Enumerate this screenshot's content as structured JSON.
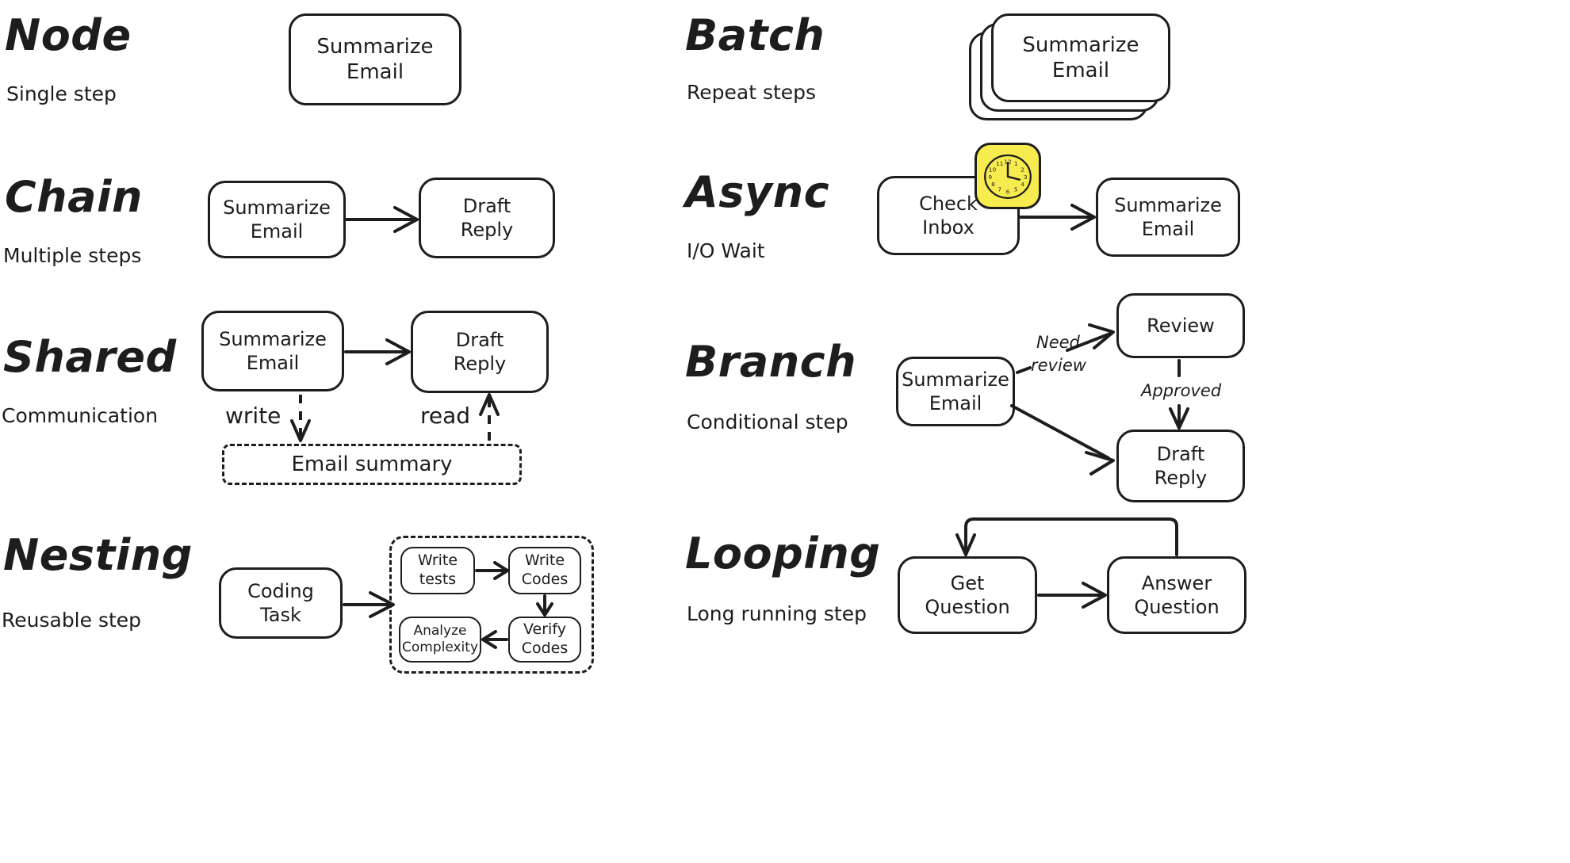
{
  "page": {
    "background": "#ffffff",
    "ink": "#1d1d1d",
    "accent_yellow": "#f7ec4f"
  },
  "sections": [
    {
      "id": "node",
      "title": "Node",
      "subtitle": "Single step",
      "nodes": [
        {
          "label": "Summarize\nEmail"
        }
      ],
      "edges": [],
      "icons": []
    },
    {
      "id": "batch",
      "title": "Batch",
      "subtitle": "Repeat steps",
      "nodes": [
        {
          "label": "Summarize\nEmail"
        }
      ],
      "stack_copies": 2,
      "edges": [],
      "icons": []
    },
    {
      "id": "chain",
      "title": "Chain",
      "subtitle": "Multiple steps",
      "nodes": [
        {
          "label": "Summarize\nEmail"
        },
        {
          "label": "Draft\nReply"
        }
      ],
      "edges": [
        {
          "from": "Summarize Email",
          "to": "Draft Reply",
          "label": ""
        }
      ],
      "icons": []
    },
    {
      "id": "async",
      "title": "Async",
      "subtitle": "I/O Wait",
      "nodes": [
        {
          "label": "Check\nInbox"
        },
        {
          "label": "Summarize\nEmail"
        }
      ],
      "edges": [
        {
          "from": "Check Inbox",
          "to": "Summarize Email",
          "label": ""
        }
      ],
      "icons": [
        {
          "name": "clock-icon",
          "numbers": [
            "12",
            "1",
            "2",
            "3",
            "4",
            "5",
            "6",
            "7",
            "8",
            "9",
            "10",
            "11"
          ]
        }
      ]
    },
    {
      "id": "shared",
      "title": "Shared",
      "subtitle": "Communication",
      "nodes": [
        {
          "label": "Summarize\nEmail"
        },
        {
          "label": "Draft\nReply"
        }
      ],
      "store": {
        "label": "Email summary"
      },
      "edges": [
        {
          "from": "Summarize Email",
          "to": "Draft Reply",
          "label": ""
        },
        {
          "from": "Summarize Email",
          "to": "Email summary",
          "label": "write",
          "style": "dashed"
        },
        {
          "from": "Email summary",
          "to": "Draft Reply",
          "label": "read",
          "style": "dashed"
        }
      ],
      "icons": []
    },
    {
      "id": "branch",
      "title": "Branch",
      "subtitle": "Conditional step",
      "nodes": [
        {
          "label": "Summarize\nEmail"
        },
        {
          "label": "Review"
        },
        {
          "label": "Draft\nReply"
        }
      ],
      "edges": [
        {
          "from": "Summarize Email",
          "to": "Review",
          "label": "Need\nreview"
        },
        {
          "from": "Review",
          "to": "Draft Reply",
          "label": "Approved"
        },
        {
          "from": "Summarize Email",
          "to": "Draft Reply",
          "label": ""
        }
      ],
      "icons": []
    },
    {
      "id": "nesting",
      "title": "Nesting",
      "subtitle": "Reusable step",
      "nodes": [
        {
          "label": "Coding\nTask"
        }
      ],
      "subflow": [
        {
          "label": "Write\ntests"
        },
        {
          "label": "Write\nCodes"
        },
        {
          "label": "Verify\nCodes"
        },
        {
          "label": "Analyze\nComplexity"
        }
      ],
      "edges": [
        {
          "from": "Coding Task",
          "to": "Write tests",
          "label": ""
        },
        {
          "from": "Write tests",
          "to": "Write Codes",
          "label": ""
        },
        {
          "from": "Write Codes",
          "to": "Verify Codes",
          "label": ""
        },
        {
          "from": "Verify Codes",
          "to": "Analyze Complexity",
          "label": ""
        }
      ],
      "icons": []
    },
    {
      "id": "looping",
      "title": "Looping",
      "subtitle": "Long running step",
      "nodes": [
        {
          "label": "Get\nQuestion"
        },
        {
          "label": "Answer\nQuestion"
        }
      ],
      "edges": [
        {
          "from": "Get Question",
          "to": "Answer Question",
          "label": ""
        },
        {
          "from": "Answer Question",
          "to": "Get Question",
          "label": ""
        }
      ],
      "icons": []
    }
  ],
  "labels": {
    "write": "write",
    "read": "read",
    "need_review": "Need",
    "need_review2": "review",
    "approved": "Approved"
  }
}
